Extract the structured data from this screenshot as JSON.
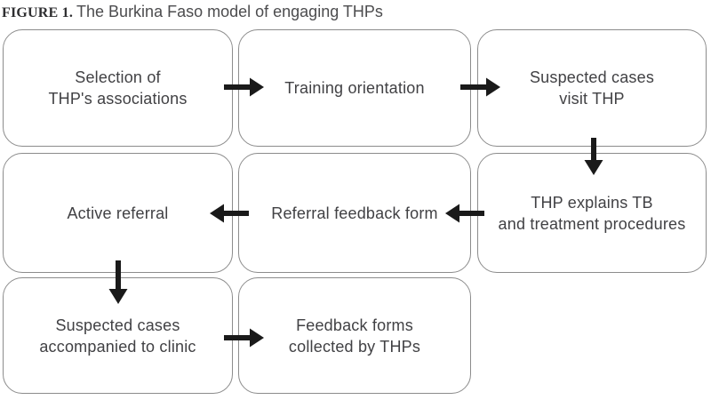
{
  "figure": {
    "label": "FIGURE 1.",
    "title": "The Burkina Faso model of engaging THPs"
  },
  "flowchart": {
    "nodes": [
      {
        "id": "selection-of-thps-associations",
        "label": "Selection of\nTHP's associations"
      },
      {
        "id": "training-orientation",
        "label": "Training orientation"
      },
      {
        "id": "suspected-cases-visit-thp",
        "label": "Suspected cases\nvisit THP"
      },
      {
        "id": "active-referral",
        "label": "Active referral"
      },
      {
        "id": "referral-feedback-form",
        "label": "Referral feedback form"
      },
      {
        "id": "thp-explains-tb",
        "label": "THP explains TB\nand treatment procedures"
      },
      {
        "id": "suspected-cases-accompanied-to-clinic",
        "label": "Suspected cases\naccompanied to clinic"
      },
      {
        "id": "feedback-forms-collected-by-thps",
        "label": "Feedback forms\ncollected by THPs"
      }
    ],
    "connections": [
      {
        "from": "selection-of-thps-associations",
        "to": "training-orientation",
        "direction": "right"
      },
      {
        "from": "training-orientation",
        "to": "suspected-cases-visit-thp",
        "direction": "right"
      },
      {
        "from": "suspected-cases-visit-thp",
        "to": "thp-explains-tb",
        "direction": "down"
      },
      {
        "from": "thp-explains-tb",
        "to": "referral-feedback-form",
        "direction": "left"
      },
      {
        "from": "referral-feedback-form",
        "to": "active-referral",
        "direction": "left"
      },
      {
        "from": "active-referral",
        "to": "suspected-cases-accompanied-to-clinic",
        "direction": "down"
      },
      {
        "from": "suspected-cases-accompanied-to-clinic",
        "to": "feedback-forms-collected-by-thps",
        "direction": "right"
      }
    ]
  },
  "colors": {
    "box_border": "#8c8c8c",
    "box_fill": "#ffffff",
    "text": "#414144",
    "arrow": "#1a1a1a",
    "background": "#ffffff"
  }
}
